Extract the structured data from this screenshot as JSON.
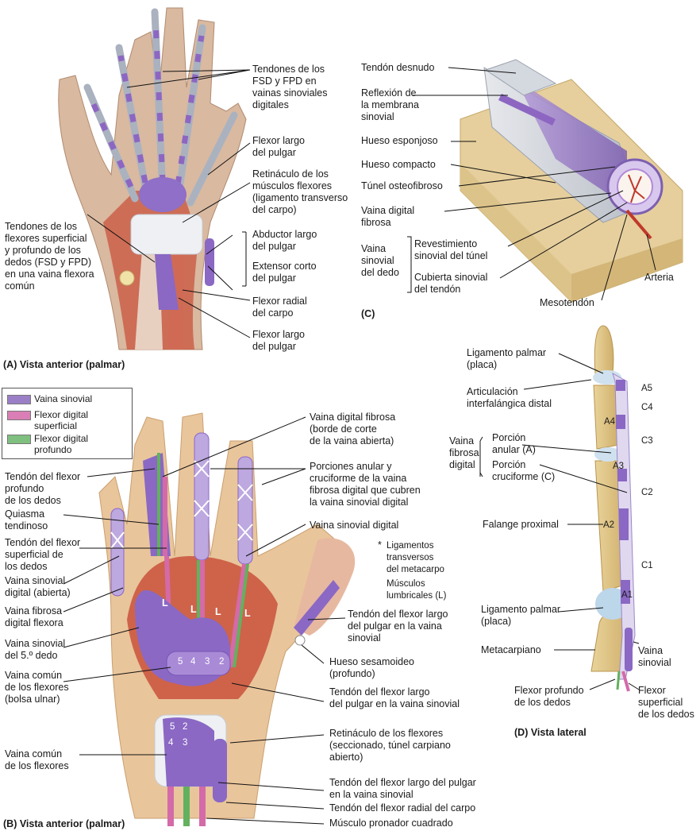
{
  "panels": {
    "a_caption": "(A) Vista anterior (palmar)",
    "b_caption": "(B) Vista anterior (palmar)",
    "c_caption": "(C)",
    "d_caption": "(D) Vista lateral"
  },
  "panel_a": {
    "labels": [
      "Tendones de los\nFSD y FPD en\nvainas sinoviales\ndigitales",
      "Flexor largo\ndel pulgar",
      "Retináculo de los\nmúsculos flexores\n(ligamento transverso\ndel carpo)",
      "Tendones de los\nflexores superficial\ny profundo de los\ndedos (FSD y FPD)\nen una vaina flexora\ncomún",
      "Abductor largo\ndel pulgar",
      "Extensor corto\ndel pulgar",
      "Flexor radial\ndel carpo",
      "Flexor largo\ndel pulgar"
    ]
  },
  "panel_b": {
    "legend": [
      {
        "label": "Vaina sinovial",
        "color": "#9b7fc6"
      },
      {
        "label": "Flexor digital\nsuperficial",
        "color": "#d97fb6"
      },
      {
        "label": "Flexor digital\nprofundo",
        "color": "#7fbf7f"
      }
    ],
    "labels": [
      "Vaina digital fibrosa\n(borde de corte\nde la vaina abierta)",
      "Porciones anular y\ncruciforme de la vaina\nfibrosa digital que cubren\nla vaina sinovial digital",
      "Vaina sinovial digital",
      "Ligamentos\ntransversos\ndel metacarpo",
      "*",
      "Músculos\nlumbricales (L)",
      "Tendón del flexor\nprofundo\nde los dedos",
      "Quiasma\ntendinoso",
      "Tendón del flexor\nsuperficial de\nlos dedos",
      "Vaina sinovial\ndigital (abierta)",
      "Vaina fibrosa\ndigital flexora",
      "Vaina sinovial\ndel 5.º dedo",
      "Vaina común\nde los flexores\n(bolsa ulnar)",
      "Vaina común\nde los flexores",
      "Tendón del flexor largo\ndel pulgar en la vaina\nsinovial",
      "Hueso sesamoideo\n(profundo)",
      "Tendón del flexor largo\ndel pulgar en la vaina sinovial",
      "Retináculo de los flexores\n(seccionado, túnel carpiano\nabierto)",
      "Tendón del flexor largo del pulgar\nen la vaina sinovial",
      "Tendón del flexor radial del carpo",
      "Músculo pronador cuadrado"
    ],
    "markers": [
      "L",
      "L",
      "L",
      "L",
      "5",
      "4",
      "3",
      "2",
      "5",
      "2",
      "4",
      "3"
    ]
  },
  "panel_c": {
    "labels": [
      "Tendón desnudo",
      "Reflexión de\nla membrana\nsinovial",
      "Hueso esponjoso",
      "Hueso compacto",
      "Túnel osteofibroso",
      "Vaina digital\nfibrosa",
      "Vaina\nsinovial\ndel dedo",
      "Revestimiento\nsinovial del túnel",
      "Cubierta sinovial\ndel tendón",
      "Arteria",
      "Mesotendón"
    ]
  },
  "panel_d": {
    "labels": [
      "Ligamento palmar\n(placa)",
      "Articulación\ninterfalángica distal",
      "Vaina\nfibrosa\ndigital",
      "Porción\nanular (A)",
      "Porción\ncruciforme (C)",
      "Falange proximal",
      "Ligamento palmar\n(placa)",
      "Metacarpiano",
      "Flexor profundo\nde los dedos",
      "Flexor\nsuperficial\nde los dedos",
      "Vaina\nsinovial"
    ],
    "pulleys": [
      "A5",
      "C4",
      "A4",
      "C3",
      "A3",
      "C2",
      "A2",
      "C1",
      "A1"
    ]
  }
}
